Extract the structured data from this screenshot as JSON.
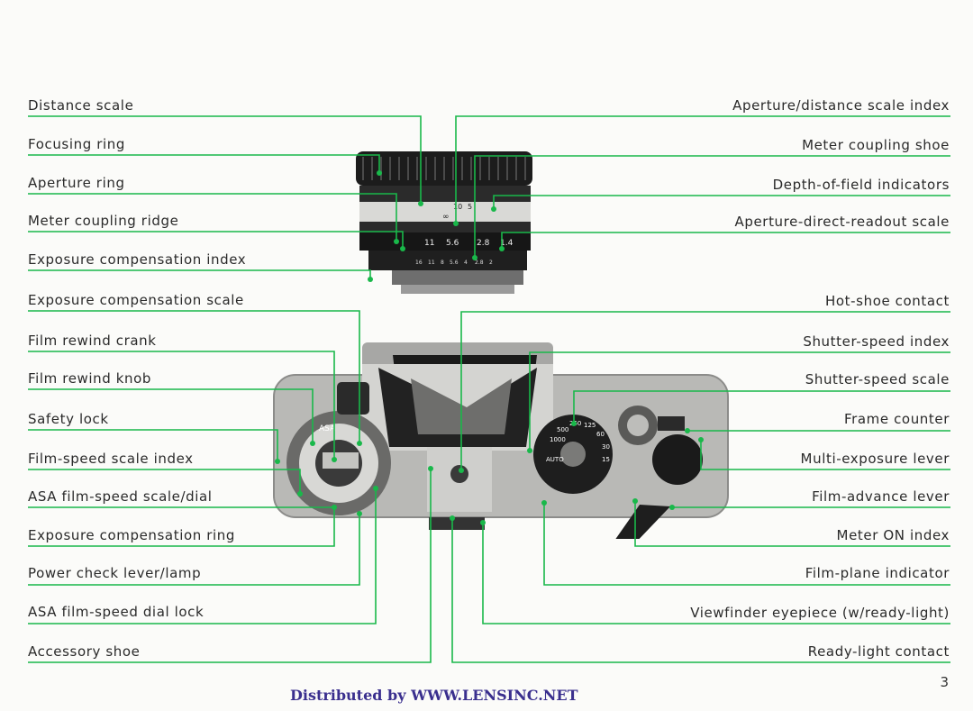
{
  "left_labels": [
    "Distance scale",
    "Focusing ring",
    "Aperture ring",
    "Meter coupling ridge",
    "Exposure compensation index",
    "Exposure compensation scale",
    "Film rewind crank",
    "Film rewind knob",
    "Safety lock",
    "Film-speed scale index",
    "ASA film-speed scale/dial",
    "Exposure compensation ring",
    "Power check lever/lamp",
    "ASA film-speed dial lock",
    "Accessory shoe"
  ],
  "right_labels": [
    "Aperture/distance scale index",
    "Meter coupling shoe",
    "Depth-of-field indicators",
    "Aperture-direct-readout scale",
    "Hot-shoe contact",
    "Shutter-speed index",
    "Shutter-speed scale",
    "Frame counter",
    "Multi-exposure lever",
    "Film-advance lever",
    "Meter ON index",
    "Film-plane indicator",
    "Viewfinder eyepiece (w/ready-light)",
    "Ready-light contact"
  ],
  "lens_scale": {
    "distance_marks": [
      "10",
      "5",
      "∞"
    ],
    "aperture_marks": [
      "11",
      "5.6",
      "2.8",
      "1.4"
    ],
    "readout_marks": [
      "16",
      "11",
      "8",
      "5.6",
      "4",
      "2.8",
      "2"
    ]
  },
  "camera_marks": {
    "asa_label": "ASA",
    "auto_label": "AUTO",
    "speed_marks": [
      "1000",
      "500",
      "250",
      "125",
      "60",
      "30",
      "15"
    ]
  },
  "colors": {
    "leader": "#19b84a",
    "footer": "#3a2f8e"
  },
  "footer": "Distributed by WWW.LENSINC.NET",
  "page_number": "3"
}
